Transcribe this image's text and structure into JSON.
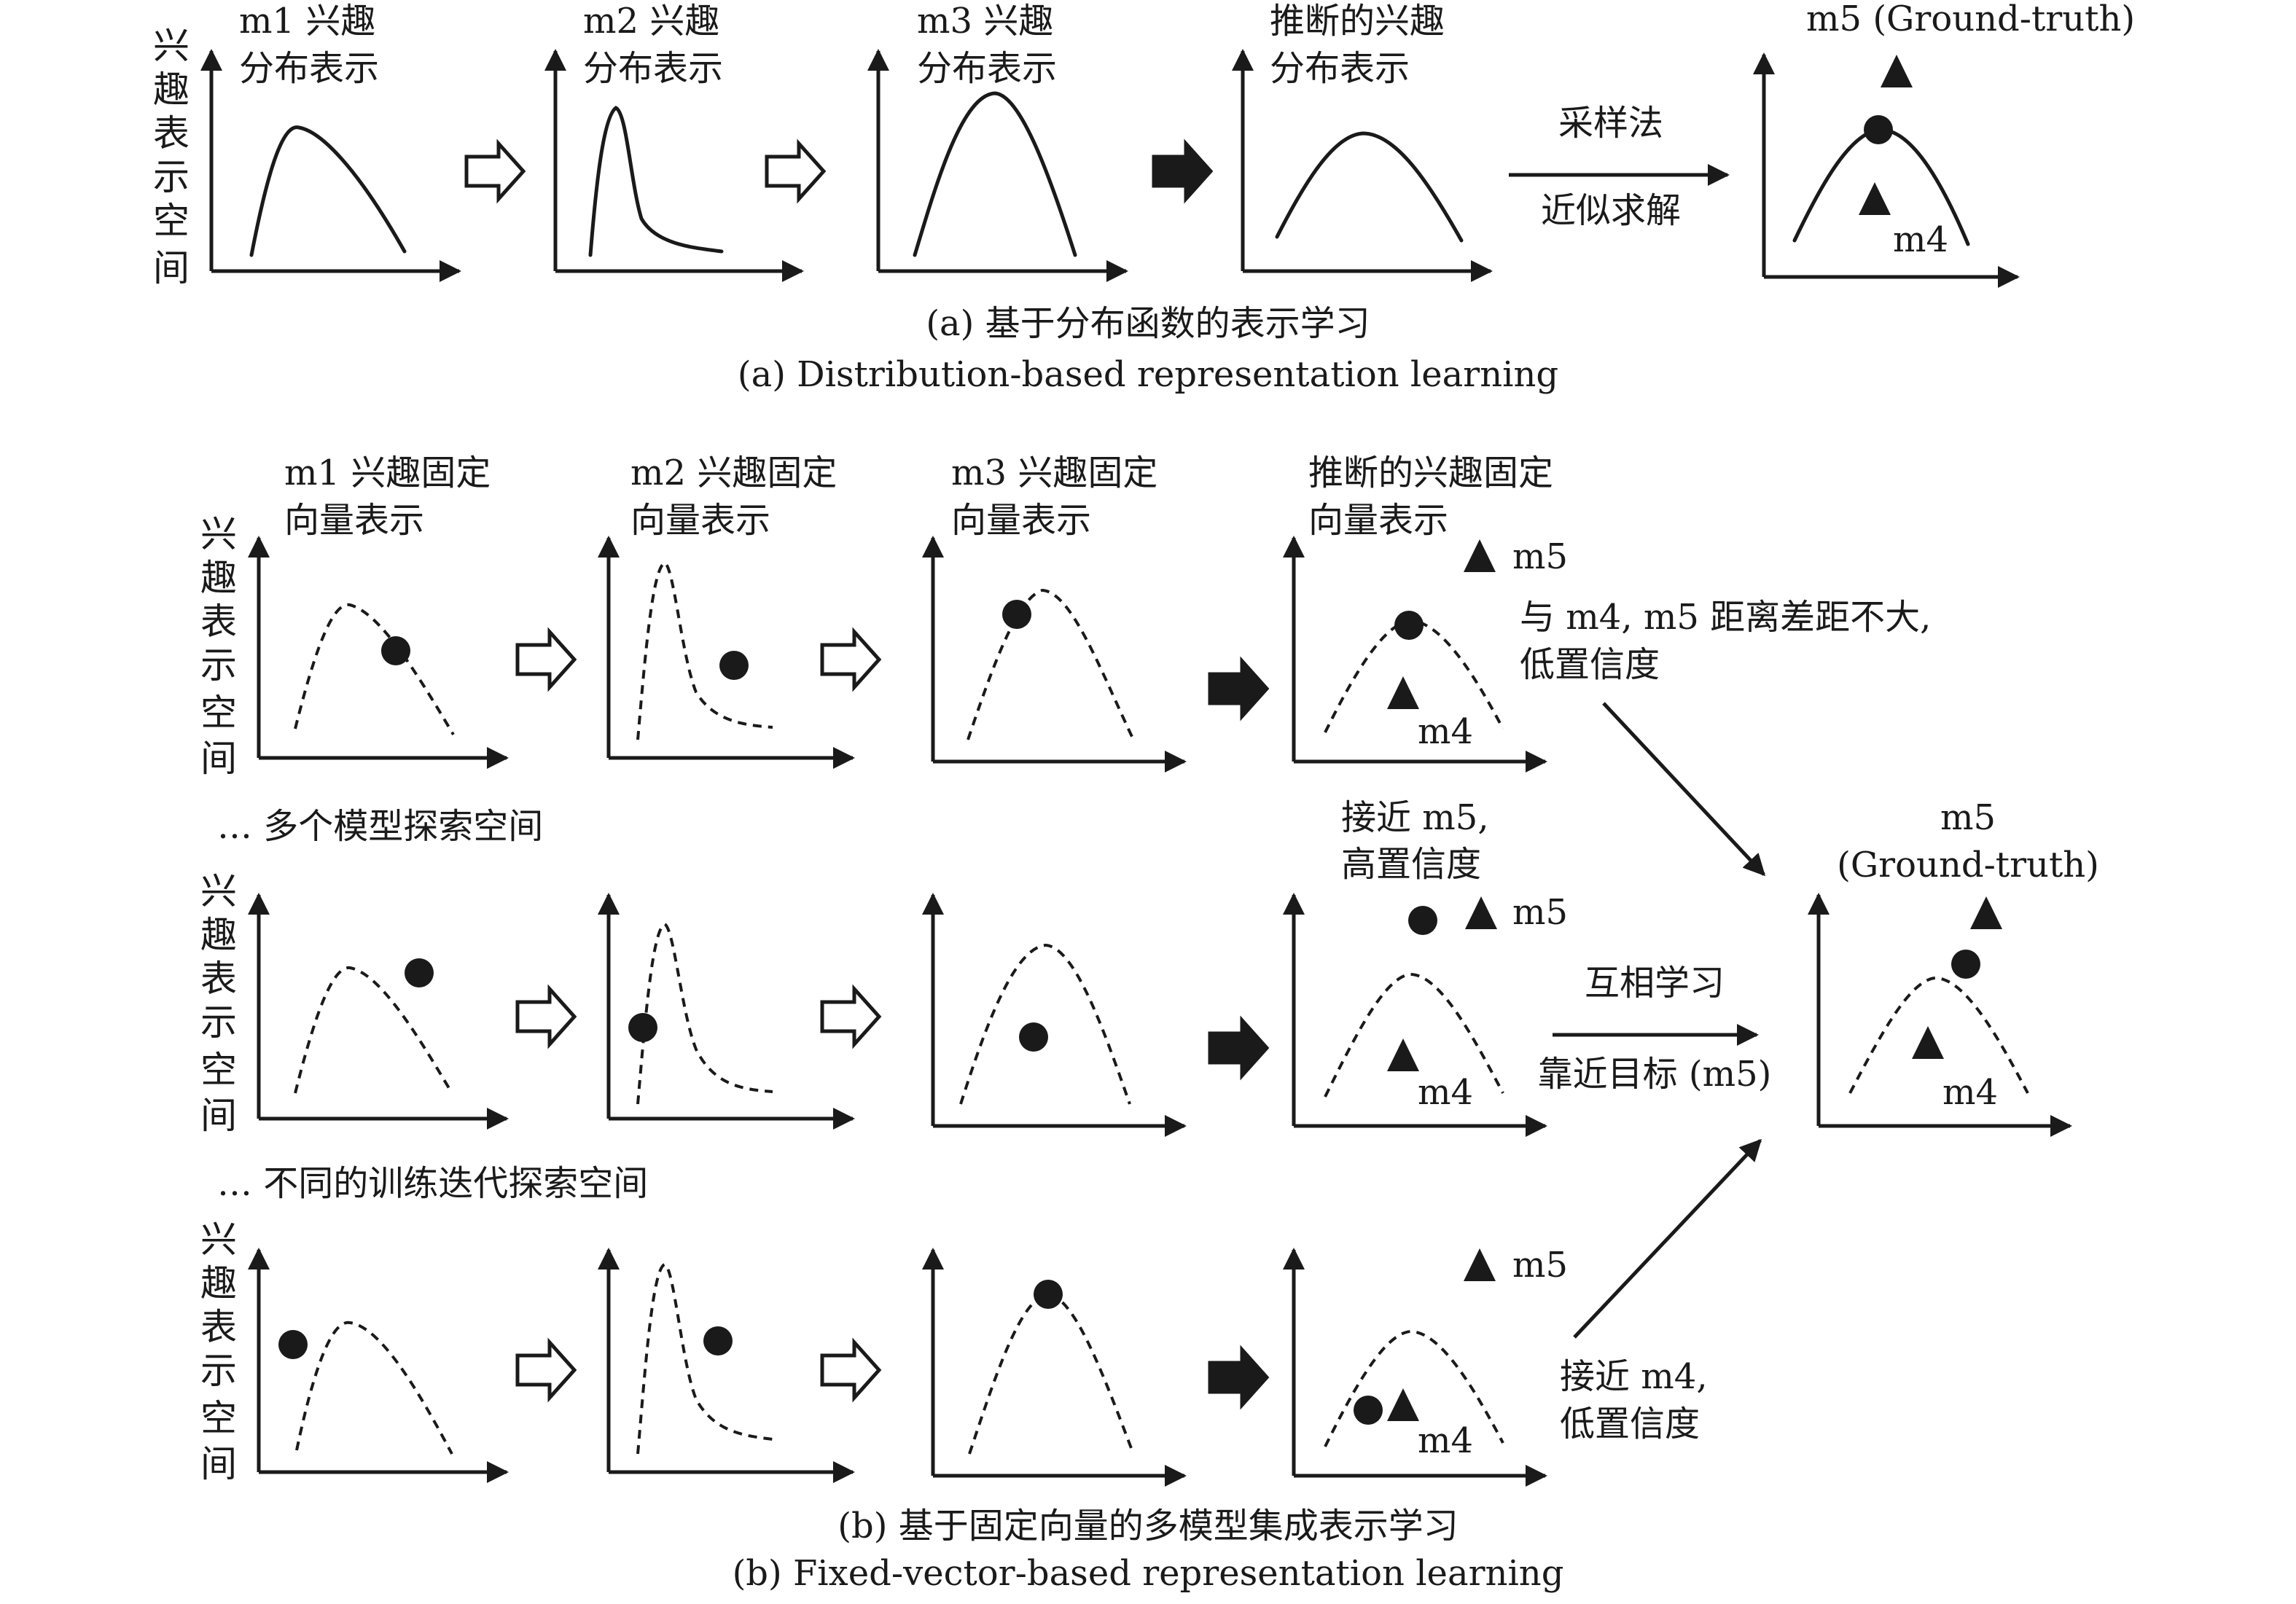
{
  "y_axis_label": "兴趣表示空间",
  "panel_a": {
    "plots": [
      {
        "title_1": "m1 兴趣",
        "title_2": "分布表示"
      },
      {
        "title_1": "m2 兴趣",
        "title_2": "分布表示"
      },
      {
        "title_1": "m3 兴趣",
        "title_2": "分布表示"
      },
      {
        "title_1": "推断的兴趣",
        "title_2": "分布表示"
      }
    ],
    "final_title": "m5 (Ground-truth)",
    "final_m4_label": "m4",
    "arrow_top_text": "采样法",
    "arrow_bottom_text": "近似求解",
    "caption_cn": "(a) 基于分布函数的表示学习",
    "caption_en": "(a) Distribution-based representation learning"
  },
  "panel_b": {
    "row1_plots": [
      {
        "title_1": "m1 兴趣固定",
        "title_2": "向量表示"
      },
      {
        "title_1": "m2 兴趣固定",
        "title_2": "向量表示"
      },
      {
        "title_1": "m3 兴趣固定",
        "title_2": "向量表示"
      },
      {
        "title_1": "推断的兴趣固定",
        "title_2": "向量表示"
      }
    ],
    "m5_label": "m5",
    "m4_label": "m4",
    "row1_note_1": "与 m4, m5 距离差距不大,",
    "row1_note_2": "低置信度",
    "row2_heading": "…   多个模型探索空间",
    "row2_note_1": "接近 m5,",
    "row2_note_2": "高置信度",
    "arrow_top_text": "互相学习",
    "arrow_bottom_text": "靠近目标 (m5)",
    "final_title_1": "m5",
    "final_title_2": "(Ground-truth)",
    "row3_heading": "…   不同的训练迭代探索空间",
    "row3_note_1": "接近 m4,",
    "row3_note_2": "低置信度",
    "caption_cn": "(b) 基于固定向量的多模型集成表示学习",
    "caption_en": "(b) Fixed-vector-based representation learning"
  }
}
